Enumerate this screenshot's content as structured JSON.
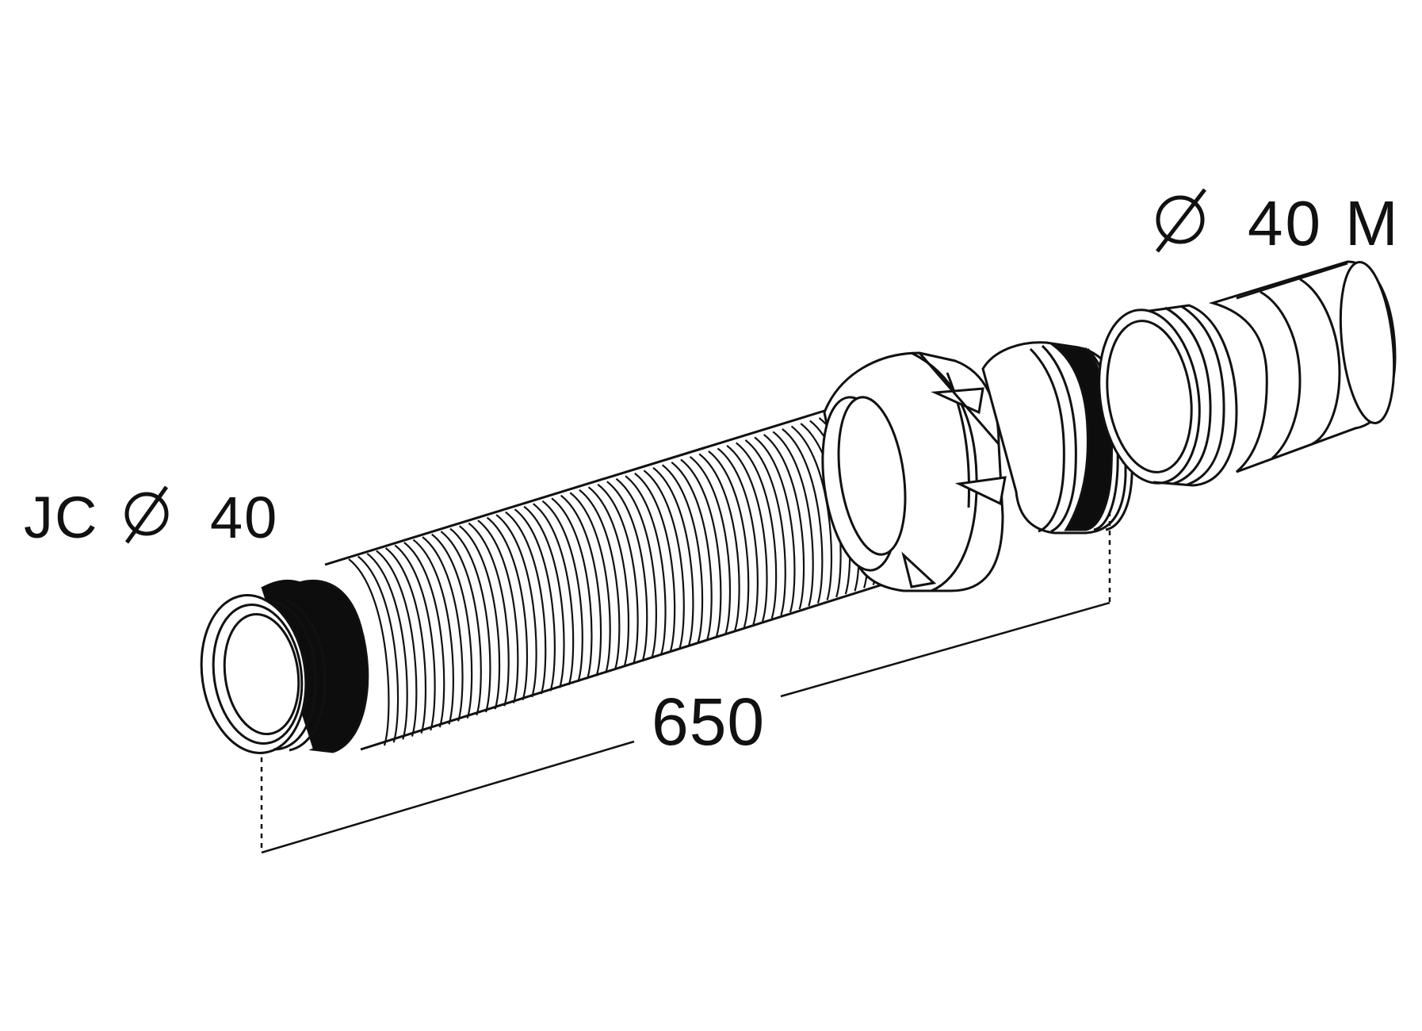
{
  "labels": {
    "left_prefix": "JC",
    "left_value": "40",
    "right_value": "40",
    "right_suffix": "M",
    "length": "650"
  },
  "colors": {
    "ink": "#111111",
    "background": "#ffffff",
    "band": "#0d0d0d"
  }
}
